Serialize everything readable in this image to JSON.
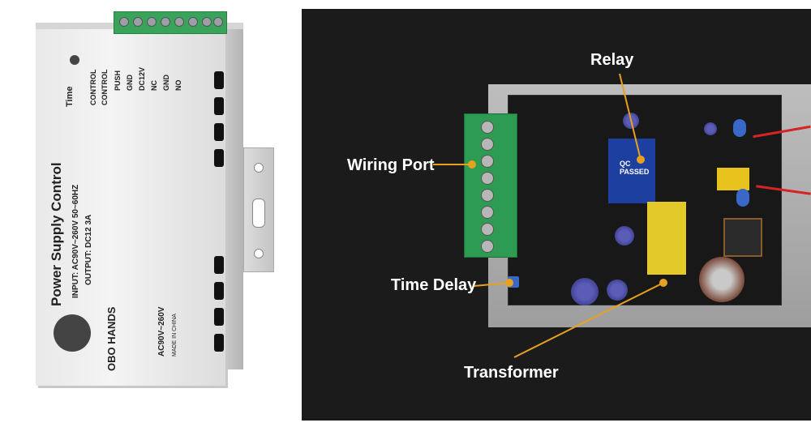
{
  "product_photo": {
    "title": "Power Supply Control",
    "input_line": "INPUT: AC90V~260V 50~60HZ",
    "output_line": "OUTPUT: DC12 3A",
    "brand": "OBO HANDS",
    "voltage_mark": "AC90V~260V",
    "made_in": "MADE IN CHINA",
    "time_label": "Time",
    "terminal_labels": [
      "CONTROL",
      "CONTROL",
      "PUSH",
      "GND",
      "DC12V",
      "NC",
      "GND",
      "NO"
    ]
  },
  "board_photo": {
    "callouts": {
      "relay": "Relay",
      "wiring_port": "Wiring Port",
      "time_delay": "Time Delay",
      "transformer": "Transformer"
    },
    "relay_text": "QC PASSED"
  },
  "colors": {
    "leader_line": "#e8a020",
    "callout_text": "#ffffff",
    "background_dark": "#1b1b1b"
  }
}
